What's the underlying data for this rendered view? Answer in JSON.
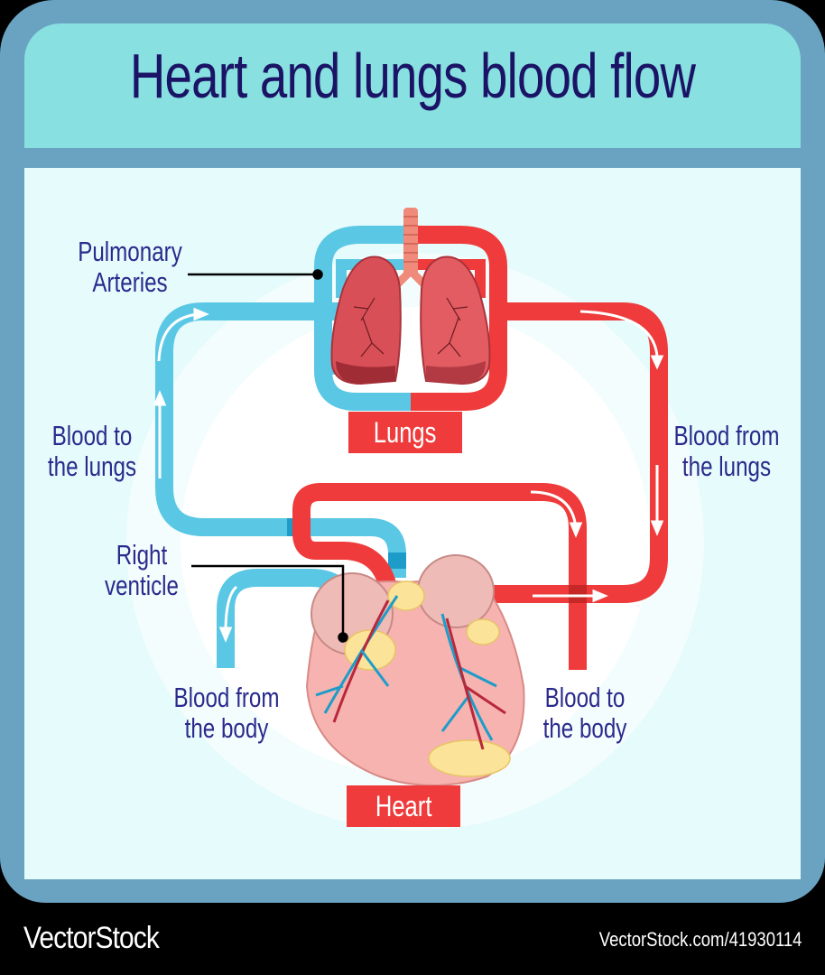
{
  "title": "Heart and lungs blood flow",
  "labels": {
    "pulmonary_arteries": [
      "Pulmonary",
      "Arteries"
    ],
    "blood_to_lungs": [
      "Blood to",
      "the lungs"
    ],
    "blood_from_lungs": [
      "Blood from",
      "the lungs"
    ],
    "right_ventricle": [
      "Right",
      "venticle"
    ],
    "blood_from_body": [
      "Blood from",
      "the body"
    ],
    "blood_to_body": [
      "Blood to",
      "the body"
    ]
  },
  "tags": {
    "lungs": "Lungs",
    "heart": "Heart"
  },
  "colors": {
    "deoxygenated": "#5ac8e4",
    "oxygenated": "#ef3b3b",
    "frame": "#6aa3c1",
    "header": "#88e0e0",
    "text": "#2a2a8c"
  },
  "footer": {
    "brand": "VectorStock",
    "url": "VectorStock.com/41930114"
  }
}
